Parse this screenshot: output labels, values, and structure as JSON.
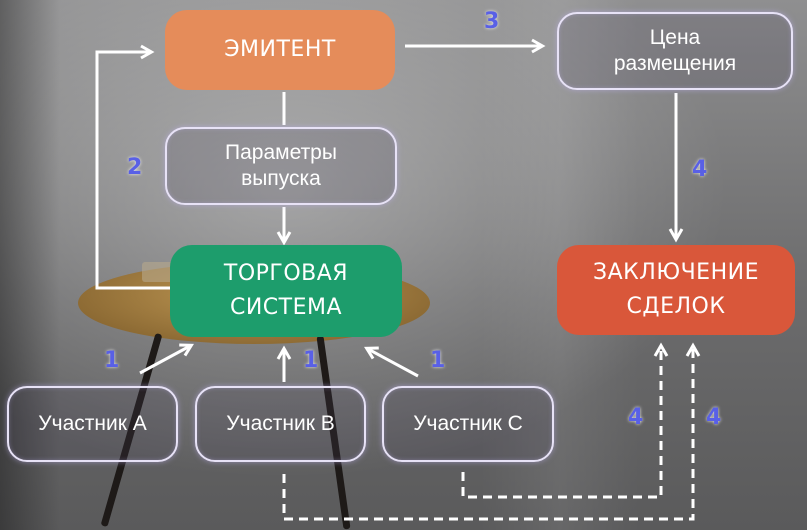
{
  "issuer": {
    "label": "ЭМИТЕНТ",
    "color": "#e58c5a"
  },
  "issue_params": {
    "label": "Параметры выпуска"
  },
  "placement_price": {
    "label": "Цена размещения"
  },
  "trading_system": {
    "label": "ТОРГОВАЯ СИСТЕМА",
    "color": "#1d9d6c"
  },
  "deals": {
    "label": "ЗАКЛЮЧЕНИЕ СДЕЛОК",
    "color": "#d9573a"
  },
  "participants": [
    {
      "label": "Участник А"
    },
    {
      "label": "Участник В"
    },
    {
      "label": "Участник С"
    }
  ],
  "steps": {
    "one_a": "1",
    "one_b": "1",
    "one_c": "1",
    "two": "2",
    "three": "3",
    "four_price": "4",
    "four_left": "4",
    "four_right": "4"
  }
}
